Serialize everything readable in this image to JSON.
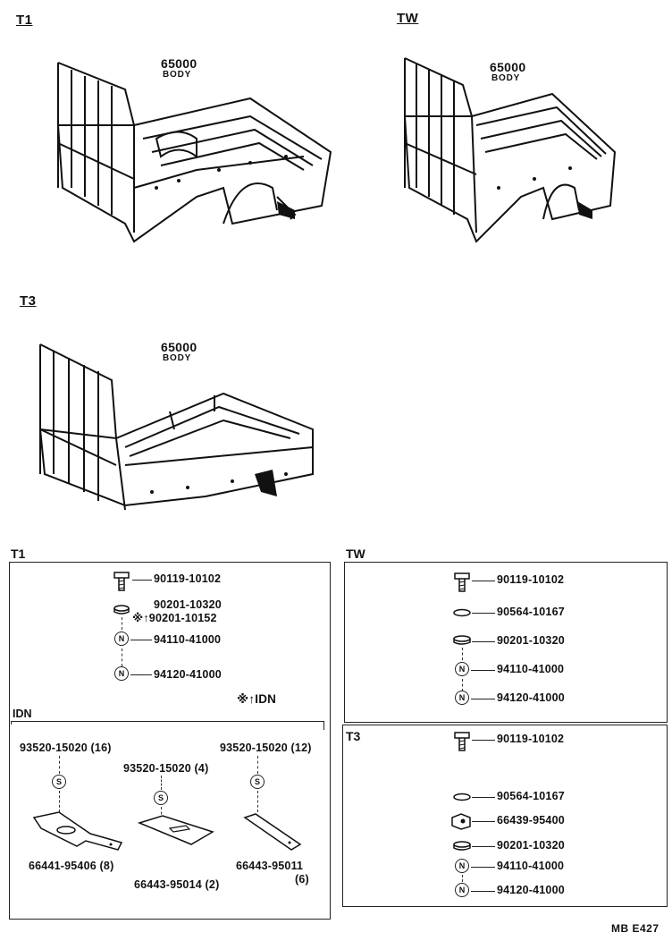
{
  "sections": {
    "t1": "T1",
    "tw": "TW",
    "t3": "T3"
  },
  "assemblies": {
    "t1": {
      "code": "65000",
      "label": "BODY"
    },
    "tw": {
      "code": "65000",
      "label": "BODY"
    },
    "t3": {
      "code": "65000",
      "label": "BODY"
    }
  },
  "t1_box": {
    "title": "T1",
    "parts": [
      "90119-10102",
      "90201-10320",
      "※↑90201-10152",
      "94110-41000",
      "94120-41000"
    ],
    "note": "※↑IDN",
    "idn": {
      "title": "IDN",
      "screws": [
        "93520-15020 (16)",
        "93520-15020 (4)",
        "93520-15020 (12)"
      ],
      "screw_symbol": "S",
      "plates": [
        "66441-95406 (8)",
        "66443-95014 (2)",
        "66443-95011",
        "(6)"
      ]
    }
  },
  "tw_box": {
    "title": "TW",
    "parts": [
      "90119-10102",
      "90564-10167",
      "90201-10320",
      "94110-41000",
      "94120-41000"
    ]
  },
  "t3_box": {
    "title": "T3",
    "parts": [
      "90119-10102",
      "90564-10167",
      "66439-95400",
      "90201-10320",
      "94110-41000",
      "94120-41000"
    ]
  },
  "nut_symbol": "N",
  "footer": "MB  E427"
}
